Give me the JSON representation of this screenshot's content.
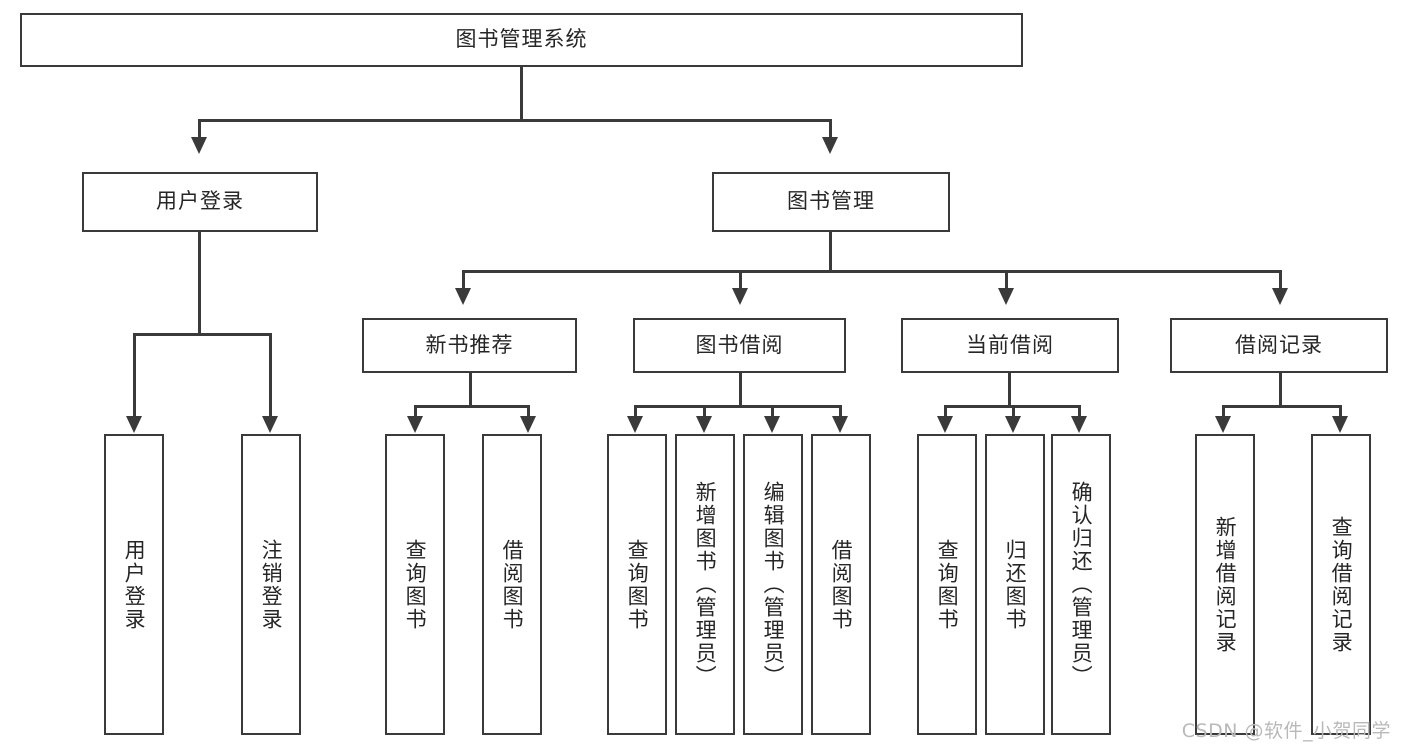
{
  "diagram": {
    "title": "图书管理系统",
    "type": "tree",
    "watermark": "CSDN @软件_小贺同学",
    "colors": {
      "background": "#ffffff",
      "box_border": "#3a3a3a",
      "box_fill": "#ffffff",
      "text": "#262626",
      "connector": "#3a3a3a",
      "watermark": "#b9b9b9"
    }
  },
  "nodes": {
    "root": {
      "label": "图书管理系统"
    },
    "level1": [
      {
        "id": "user-login",
        "label": "用户登录"
      },
      {
        "id": "book-manage",
        "label": "图书管理"
      }
    ],
    "level2": [
      {
        "id": "new-book-recommend",
        "label": "新书推荐"
      },
      {
        "id": "book-borrow",
        "label": "图书借阅"
      },
      {
        "id": "current-borrow",
        "label": "当前借阅"
      },
      {
        "id": "borrow-record",
        "label": "借阅记录"
      }
    ],
    "leaves": {
      "user_login": [
        {
          "id": "leaf-user-login",
          "label": "用户登录"
        },
        {
          "id": "leaf-user-logout",
          "label": "注销登录"
        }
      ],
      "new_book_recommend": [
        {
          "id": "leaf-query-book-1",
          "label": "查询图书"
        },
        {
          "id": "leaf-borrow-book-1",
          "label": "借阅图书"
        }
      ],
      "book_borrow": [
        {
          "id": "leaf-query-book-2",
          "label": "查询图书"
        },
        {
          "id": "leaf-add-book",
          "label": "新增图书（管理员）"
        },
        {
          "id": "leaf-edit-book",
          "label": "编辑图书（管理员）"
        },
        {
          "id": "leaf-borrow-book-2",
          "label": "借阅图书"
        }
      ],
      "current_borrow": [
        {
          "id": "leaf-query-book-3",
          "label": "查询图书"
        },
        {
          "id": "leaf-return-book",
          "label": "归还图书"
        },
        {
          "id": "leaf-confirm-return",
          "label": "确认归还（管理员）"
        }
      ],
      "borrow_record": [
        {
          "id": "leaf-add-record",
          "label": "新增借阅记录"
        },
        {
          "id": "leaf-query-record",
          "label": "查询借阅记录"
        }
      ]
    }
  }
}
